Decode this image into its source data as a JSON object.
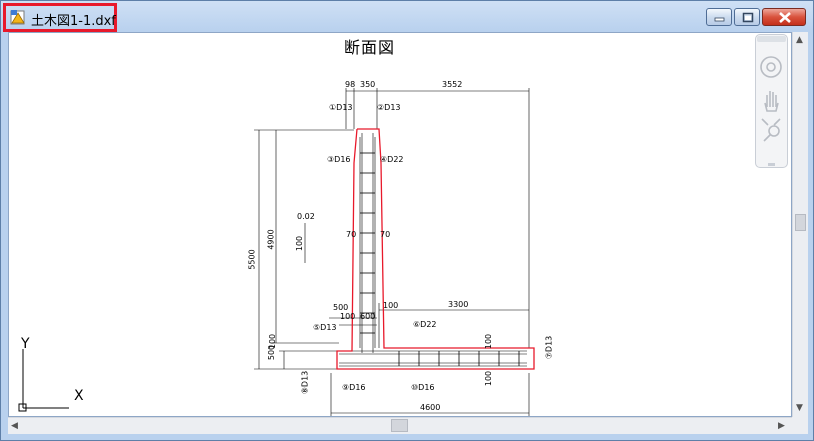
{
  "window": {
    "title": "土木図1-1.dxf"
  },
  "drawing": {
    "title": "断面図",
    "dimensions": {
      "top_left": "98",
      "top_mid": "350",
      "top_right": "3552",
      "height_total": "5500",
      "height_stem": "4900",
      "taper_ratio": "0.02",
      "taper_base": "100",
      "left_hatch": "70",
      "right_hatch": "70",
      "toe_width": "500",
      "stem_width_a": "100",
      "stem_width_b": "600",
      "stem_right": "100",
      "heel_width": "3300",
      "base_left_a": "500",
      "base_left_b": "100",
      "base_right_a": "100",
      "base_right_b": "100",
      "base_total": "4600"
    },
    "rebar": {
      "top_left": "D13",
      "top_right": "D13",
      "mid_left": "D16",
      "mid_right": "D22",
      "toe_top": "D13",
      "heel_top": "D22",
      "end_right": "D13",
      "toe_bottom": "D13",
      "base_bottom_a": "D16",
      "base_bottom_b": "D16"
    },
    "markers": {
      "m1": "①",
      "m2": "②",
      "m3": "③",
      "m4": "④",
      "m5": "⑤",
      "m6": "⑥",
      "m7": "⑦",
      "m8": "⑧",
      "m9": "⑨",
      "m10": "⑩"
    },
    "ucs": {
      "x_label": "X",
      "y_label": "Y"
    }
  },
  "navbar": {
    "tools": [
      "steering-wheel",
      "pan",
      "zoom"
    ]
  },
  "colors": {
    "outline": "#e8192b",
    "titlebar": "#b9d1ee"
  }
}
